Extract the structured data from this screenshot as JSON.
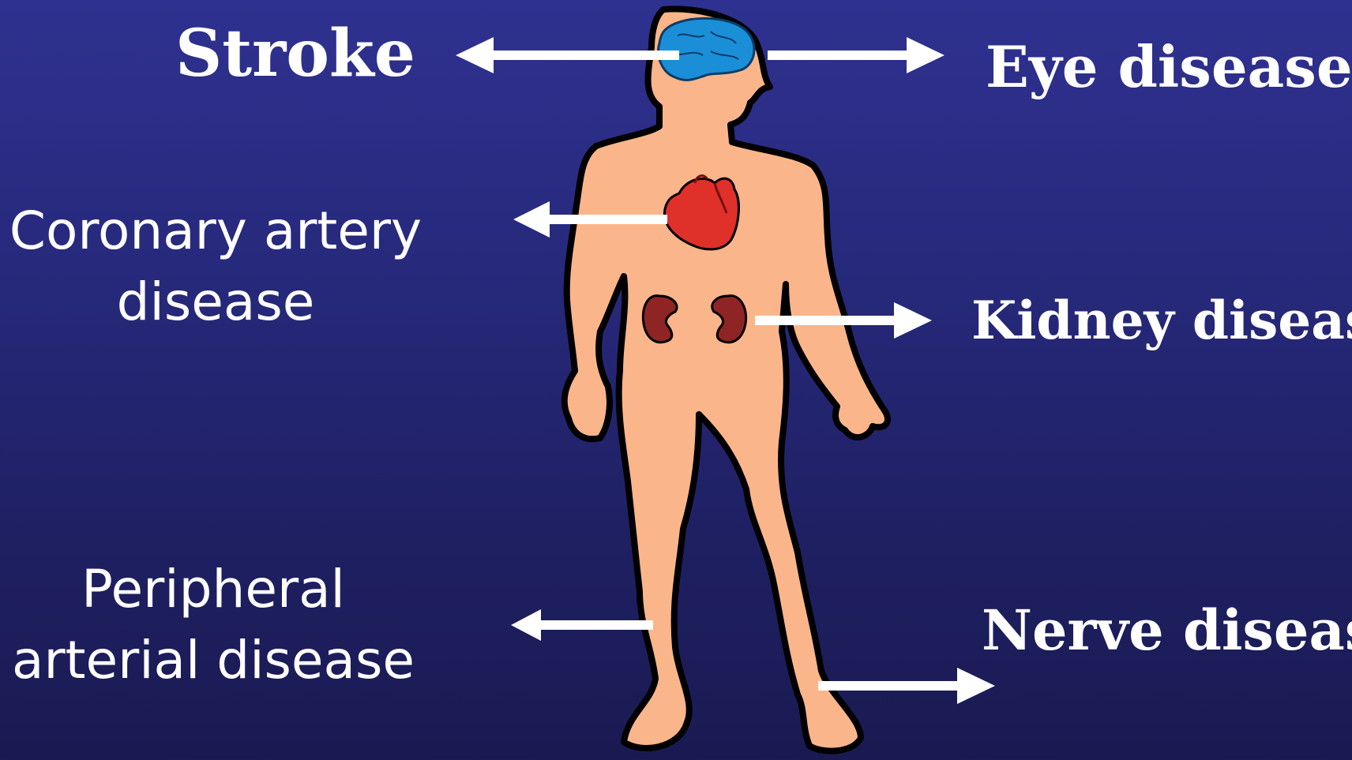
{
  "labels": {
    "stroke": "Stroke",
    "eye": "Eye disease",
    "coronary_line1": "Coronary artery",
    "coronary_line2": "disease",
    "kidney": "Kidney disease",
    "peripheral_line1": "Peripheral",
    "peripheral_line2": "arterial disease",
    "nerve": "Nerve disease"
  },
  "colors": {
    "background_top": "#2f3190",
    "background_bottom": "#1a1a52",
    "skin": "#fbb58a",
    "outline": "#000000",
    "brain": "#1a8fd8",
    "heart": "#e0302a",
    "kidney": "#8f2424",
    "arrow": "#ffffff",
    "text": "#ffffff"
  }
}
